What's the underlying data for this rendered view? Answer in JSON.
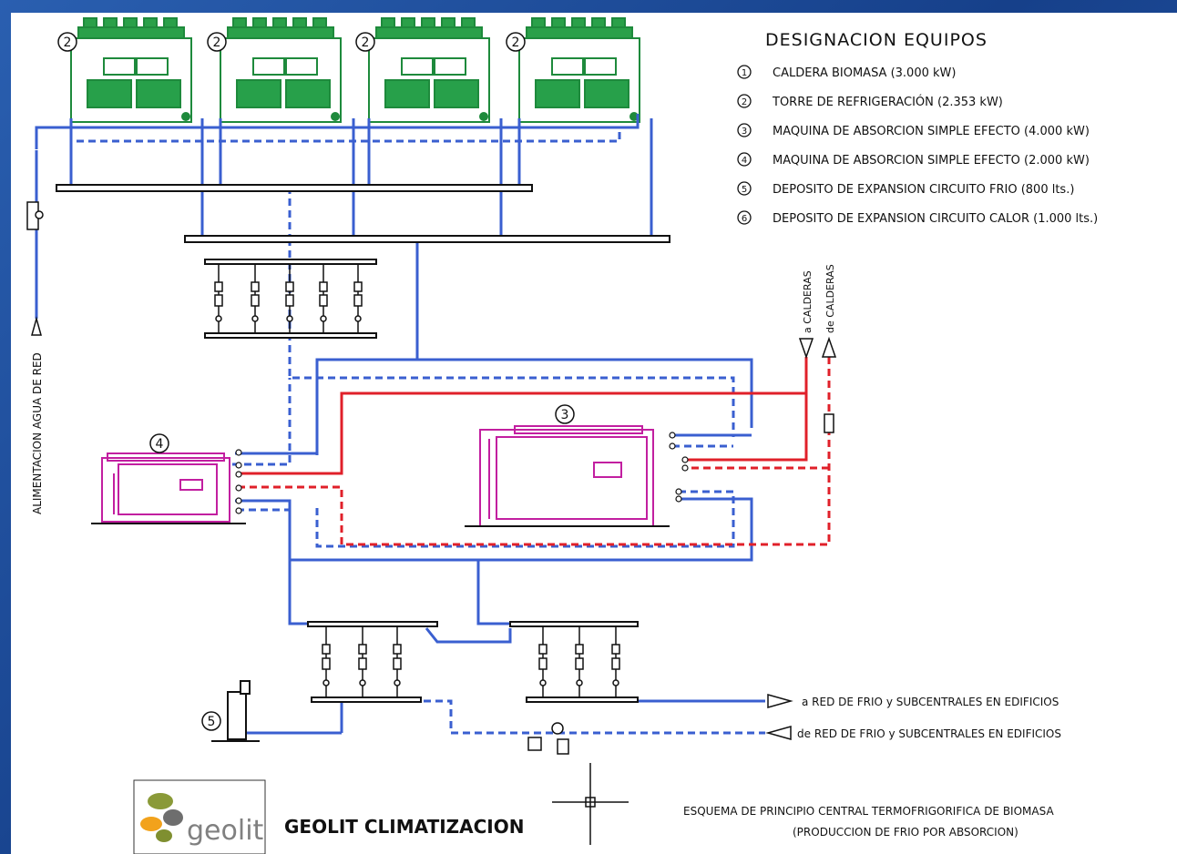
{
  "legend": {
    "title": "DESIGNACION  EQUIPOS",
    "items": [
      {
        "num": "1",
        "text": "CALDERA BIOMASA (3.000 kW)"
      },
      {
        "num": "2",
        "text": "TORRE DE REFRIGERACIÓN (2.353 kW)"
      },
      {
        "num": "3",
        "text": "MAQUINA DE ABSORCION SIMPLE EFECTO (4.000 kW)"
      },
      {
        "num": "4",
        "text": "MAQUINA DE ABSORCION SIMPLE EFECTO (2.000 kW)"
      },
      {
        "num": "5",
        "text": "DEPOSITO DE EXPANSION CIRCUITO FRIO (800 lts.)"
      },
      {
        "num": "6",
        "text": "DEPOSITO DE EXPANSION CIRCUITO CALOR (1.000 lts.)"
      }
    ]
  },
  "equipment_labels": {
    "tower": "2",
    "machine_large": "3",
    "machine_small": "4",
    "expansion_tank": "5"
  },
  "labels": {
    "water_supply": "ALIMENTACION AGUA DE RED",
    "to_boilers": "a CALDERAS",
    "from_boilers": "de CALDERAS",
    "to_network": "a RED DE FRIO y SUBCENTRALES EN EDIFICIOS",
    "from_network": "de RED DE FRIO y SUBCENTRALES EN EDIFICIOS"
  },
  "footer": {
    "logo_text": "geolit",
    "company": "GEOLIT CLIMATIZACION",
    "caption_line1": "ESQUEMA DE PRINCIPIO CENTRAL TERMOFRIGORIFICA DE BIOMASA",
    "caption_line2": "(PRODUCCION DE FRIO POR ABSORCION)"
  },
  "colors": {
    "cold_pipe": "#3a5fd0",
    "hot_pipe": "#e0202a",
    "tower": "#1e8a3c",
    "machine": "#c21fa0",
    "frame": "#1f4f9a"
  }
}
